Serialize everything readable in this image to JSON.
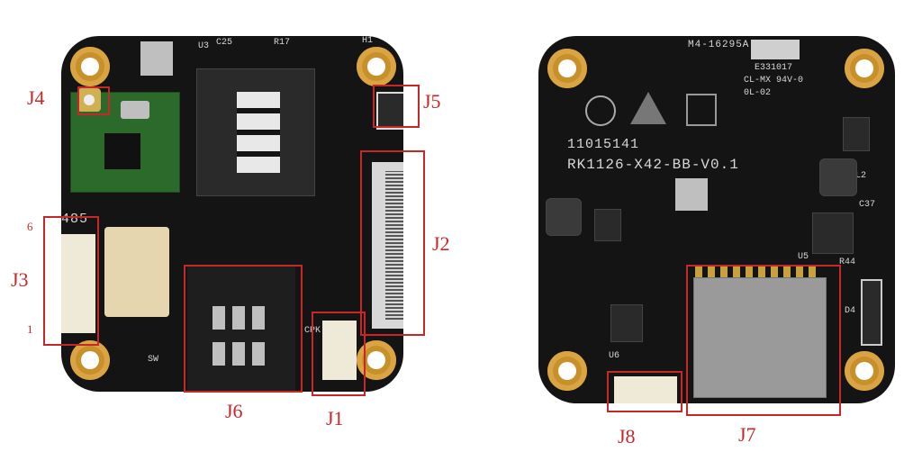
{
  "labels": {
    "j1": "J1",
    "j2": "J2",
    "j3": "J3",
    "j4": "J4",
    "j5": "J5",
    "j6": "J6",
    "j7": "J7",
    "j8": "J8",
    "pin6": "6",
    "pin1": "1"
  },
  "silkscreen": {
    "model": "RK1126-X42-BB-V0.1",
    "serial": "11015141",
    "lot": "M4-16295A",
    "ul": "E331017",
    "cert": "CL-MX 94V-0",
    "date": "0L-02",
    "r485": "485",
    "sw": "SW",
    "h1": "H1",
    "u3": "U3",
    "c25": "C25",
    "r17": "R17",
    "cpk": "CPK",
    "u5": "U5",
    "u6": "U6",
    "d4": "D4",
    "l2": "L2",
    "c37": "C37",
    "r44": "R44"
  },
  "colors": {
    "board": "#141414",
    "outline": "#c62828",
    "gold": "#c8902a"
  }
}
